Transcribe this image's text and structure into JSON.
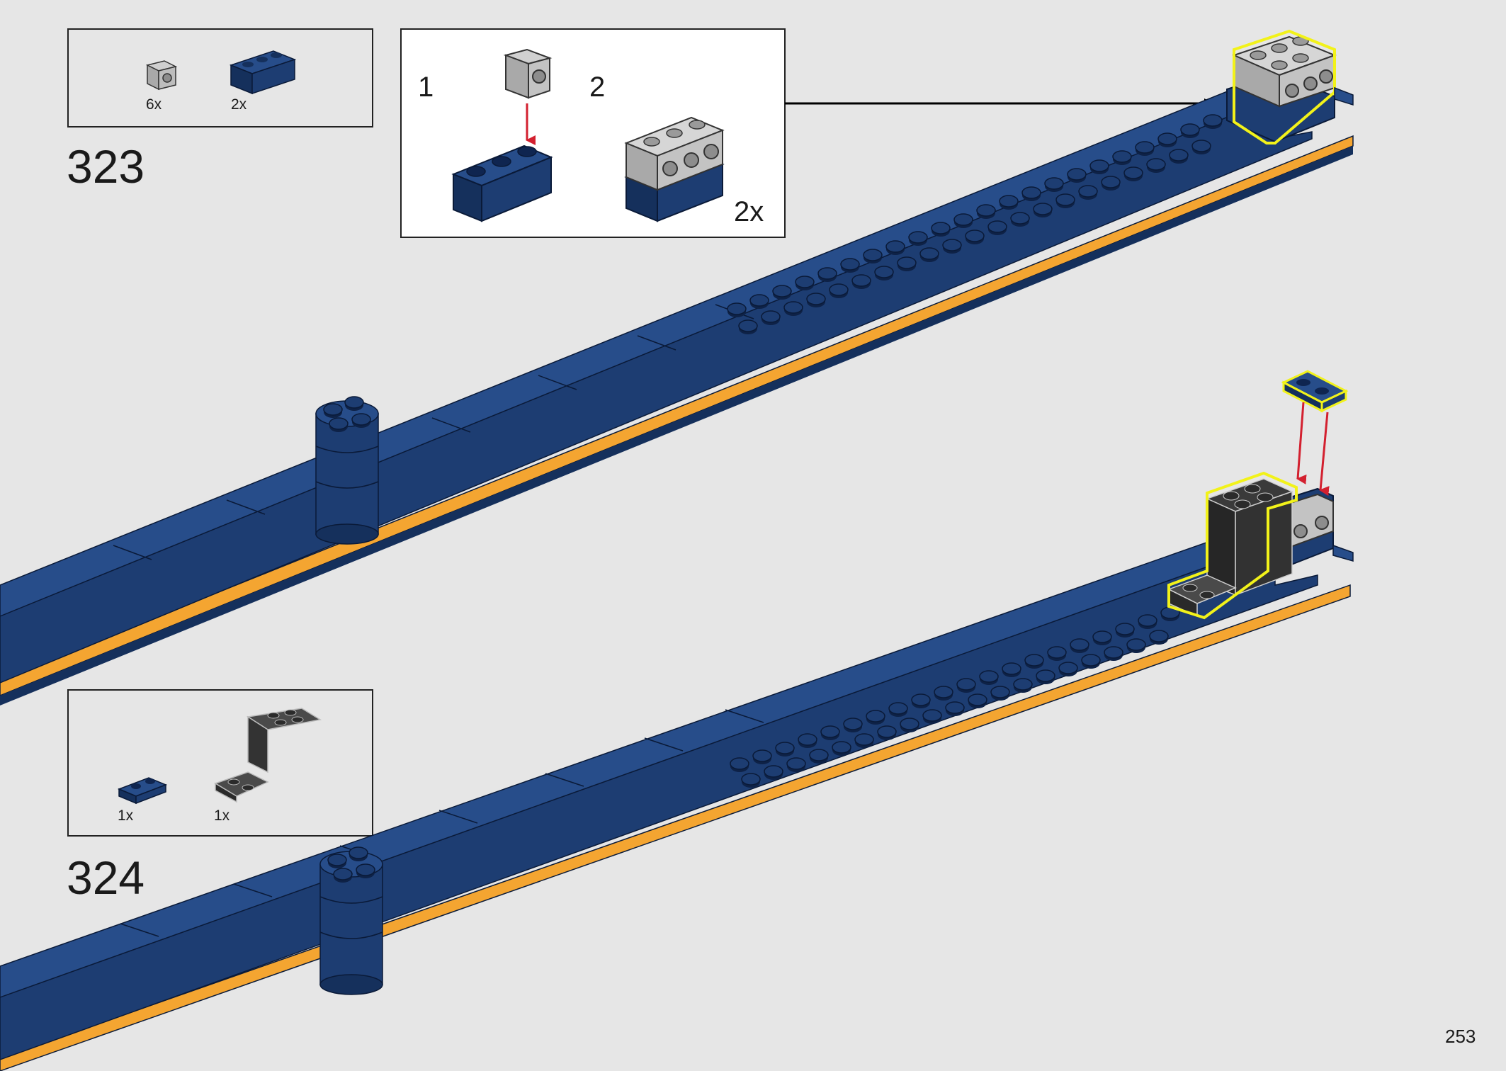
{
  "page_number": "253",
  "steps": [
    {
      "number": "323",
      "parts": [
        {
          "name": "light bluish gray 1x1 brick with stud on side",
          "qty": "6x"
        },
        {
          "name": "dark blue 1x3 brick",
          "qty": "2x"
        }
      ],
      "substeps": [
        {
          "label": "1"
        },
        {
          "label": "2",
          "multiplier": "2x"
        }
      ]
    },
    {
      "number": "324",
      "parts": [
        {
          "name": "dark blue 1x2 plate",
          "qty": "1x"
        },
        {
          "name": "dark gray bracket",
          "qty": "1x"
        }
      ]
    }
  ],
  "colors": {
    "background": "#e6e6e6",
    "dark_blue": "#1d3d72",
    "dark_blue_top": "#274d8a",
    "dark_blue_shade": "#15305c",
    "orange": "#f4a531",
    "light_gray": "#b7b7b7",
    "dark_gray": "#3a3a3a",
    "highlight": "#f2f21a",
    "arrow_red": "#d3202f"
  }
}
